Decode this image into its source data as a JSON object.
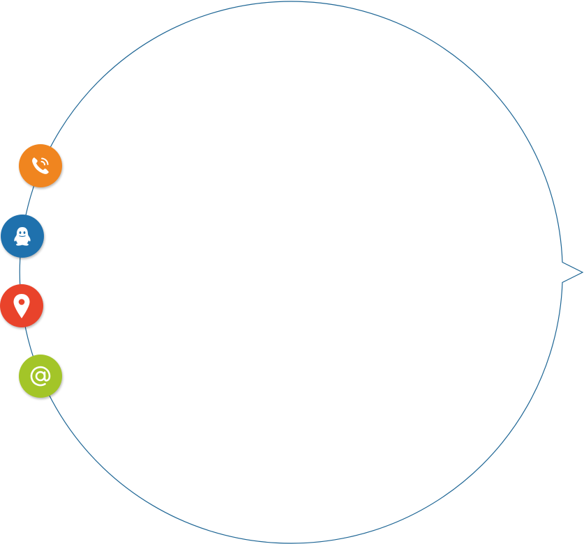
{
  "frame": {
    "stroke_color": "#1d6594",
    "background": "#ffffff"
  },
  "contacts": [
    {
      "id": "phone",
      "icon": "phone-icon",
      "color": "#f0851f"
    },
    {
      "id": "qq",
      "icon": "penguin-icon",
      "color": "#1f71ad"
    },
    {
      "id": "map",
      "icon": "map-pin-icon",
      "color": "#e9432b"
    },
    {
      "id": "email",
      "icon": "at-sign-icon",
      "color": "#a3c528"
    }
  ]
}
